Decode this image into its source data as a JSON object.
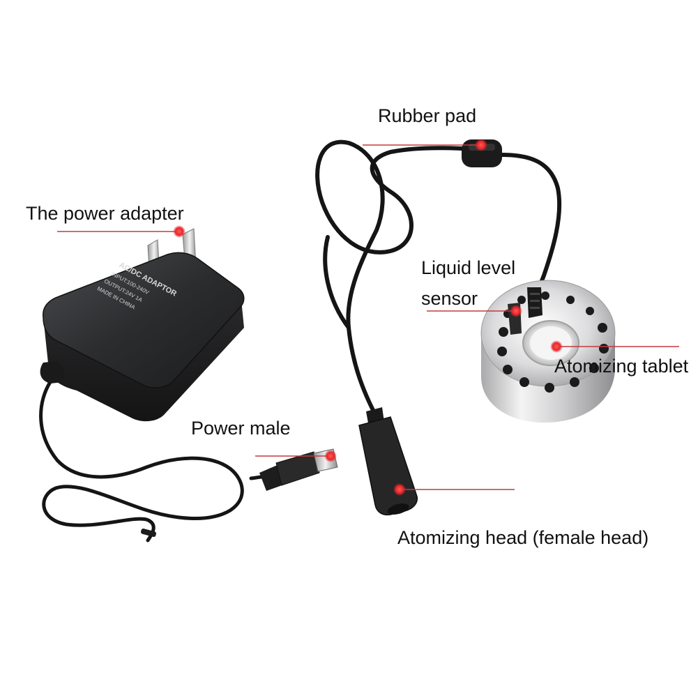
{
  "labels": {
    "rubber_pad": "Rubber pad",
    "power_adapter": "The power adapter",
    "liquid_level_line1": "Liquid level",
    "liquid_level_line2": "sensor",
    "atomizing_tablet": "Atomizing tablet",
    "power_male": "Power male",
    "atomizing_head": "Atomizing head (female head)"
  },
  "adapter_print": {
    "line1": "AC/DC ADAPTOR",
    "line2": "INPUT:100-240V",
    "line3": "OUTPUT:24V 1A",
    "line4": "MADE IN CHINA"
  },
  "colors": {
    "marker": "#e8262a",
    "leader_line": "#c23a3e",
    "device_body": "#2b2c2e",
    "cable": "#151515"
  }
}
